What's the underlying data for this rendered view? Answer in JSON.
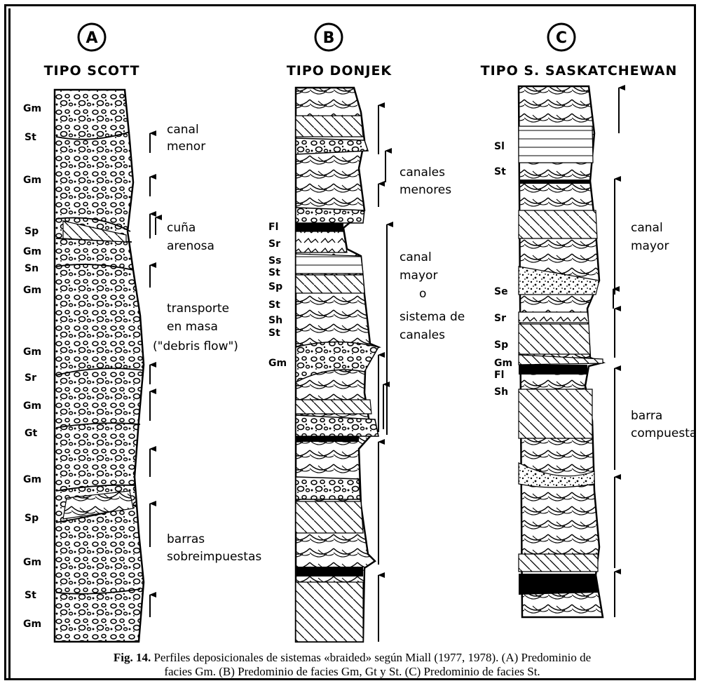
{
  "columns": [
    {
      "letter": "A",
      "title": "TIPO SCOTT",
      "facies": [
        {
          "code": "Gm"
        },
        {
          "code": "St"
        },
        {
          "code": "Gm"
        },
        {
          "code": "Sp"
        },
        {
          "code": "Gm"
        },
        {
          "code": "Sn"
        },
        {
          "code": "Gm"
        },
        {
          "code": "Gm"
        },
        {
          "code": "Sr"
        },
        {
          "code": "Gm"
        },
        {
          "code": "Gt"
        },
        {
          "code": "Gm"
        },
        {
          "code": "Sp"
        },
        {
          "code": "Gm"
        },
        {
          "code": "St"
        },
        {
          "code": "Gm"
        }
      ],
      "notes": [
        {
          "lines": [
            "canal",
            "menor"
          ]
        },
        {
          "lines": [
            "cuña",
            "arenosa"
          ]
        },
        {
          "lines": [
            "transporte",
            "en masa",
            "(\"debris flow\")"
          ]
        },
        {
          "lines": [
            "barras",
            "sobreimpuestas"
          ]
        }
      ]
    },
    {
      "letter": "B",
      "title": "TIPO DONJEK",
      "facies": [
        {
          "code": "Fl"
        },
        {
          "code": "Sr"
        },
        {
          "code": "Ss"
        },
        {
          "code": "St"
        },
        {
          "code": "Sp"
        },
        {
          "code": "St"
        },
        {
          "code": "Sh"
        },
        {
          "code": "St"
        },
        {
          "code": "Gm"
        }
      ],
      "notes": [
        {
          "lines": [
            "canales",
            "menores"
          ]
        },
        {
          "lines": [
            "canal",
            "mayor",
            "o",
            "sistema de",
            "canales"
          ]
        }
      ]
    },
    {
      "letter": "C",
      "title": "TIPO S. SASKATCHEWAN",
      "facies": [
        {
          "code": "Sl"
        },
        {
          "code": "St"
        },
        {
          "code": "Se"
        },
        {
          "code": "Sr"
        },
        {
          "code": "Sp"
        },
        {
          "code": "Gm"
        },
        {
          "code": "Fl"
        },
        {
          "code": "Sh"
        }
      ],
      "notes": [
        {
          "lines": [
            "canal",
            "mayor"
          ]
        },
        {
          "lines": [
            "barra",
            "compuesta"
          ]
        }
      ]
    }
  ],
  "caption": {
    "fig_label": "Fig. 14.",
    "line1": " Perfiles deposicionales de sistemas «braided» según Miall (1977, 1978). (A) Predominio de",
    "line2": "facies Gm. (B) Predominio de facies Gm, Gt y St. (C) Predominio de facies St."
  }
}
